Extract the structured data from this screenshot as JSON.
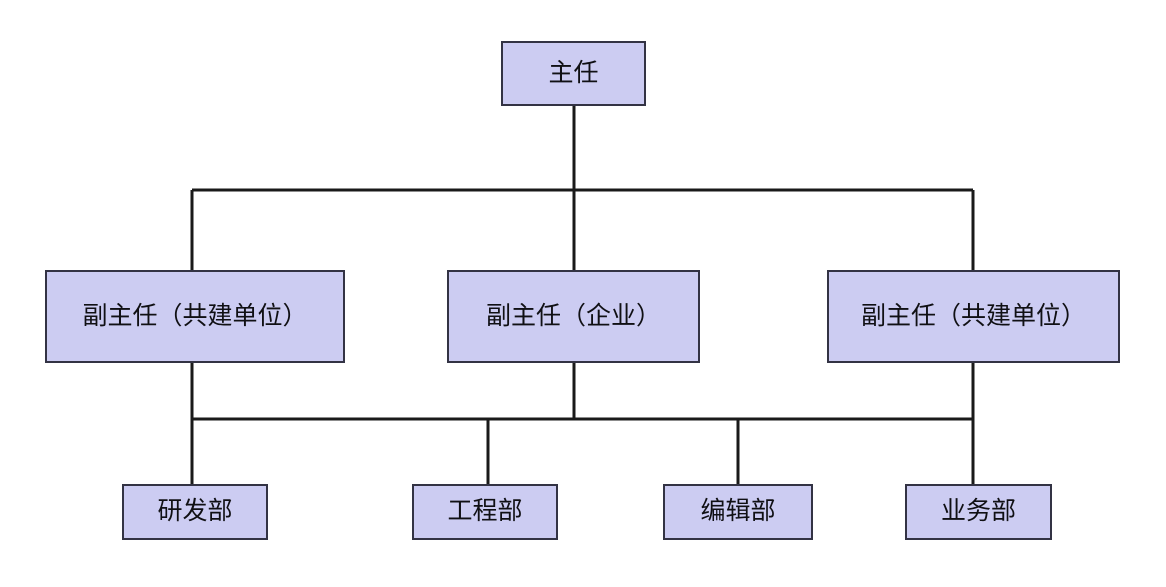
{
  "diagram": {
    "type": "organization-chart",
    "title": "",
    "orientation": "top-down",
    "colors": {
      "box_fill": "#ccccf2",
      "box_border": "#333344",
      "connector": "#1a1a1a",
      "background": "#ffffff",
      "text": "#101014"
    },
    "levels": [
      {
        "level": 1,
        "nodes": [
          {
            "id": "director",
            "label": "主任"
          }
        ]
      },
      {
        "level": 2,
        "nodes": [
          {
            "id": "deputy-left",
            "label": "副主任（共建单位）"
          },
          {
            "id": "deputy-center",
            "label": "副主任（企业）"
          },
          {
            "id": "deputy-right",
            "label": "副主任（共建单位）"
          }
        ]
      },
      {
        "level": 3,
        "nodes": [
          {
            "id": "dept-rd",
            "label": "研发部"
          },
          {
            "id": "dept-engineering",
            "label": "工程部"
          },
          {
            "id": "dept-editorial",
            "label": "编辑部"
          },
          {
            "id": "dept-business",
            "label": "业务部"
          }
        ]
      }
    ]
  }
}
